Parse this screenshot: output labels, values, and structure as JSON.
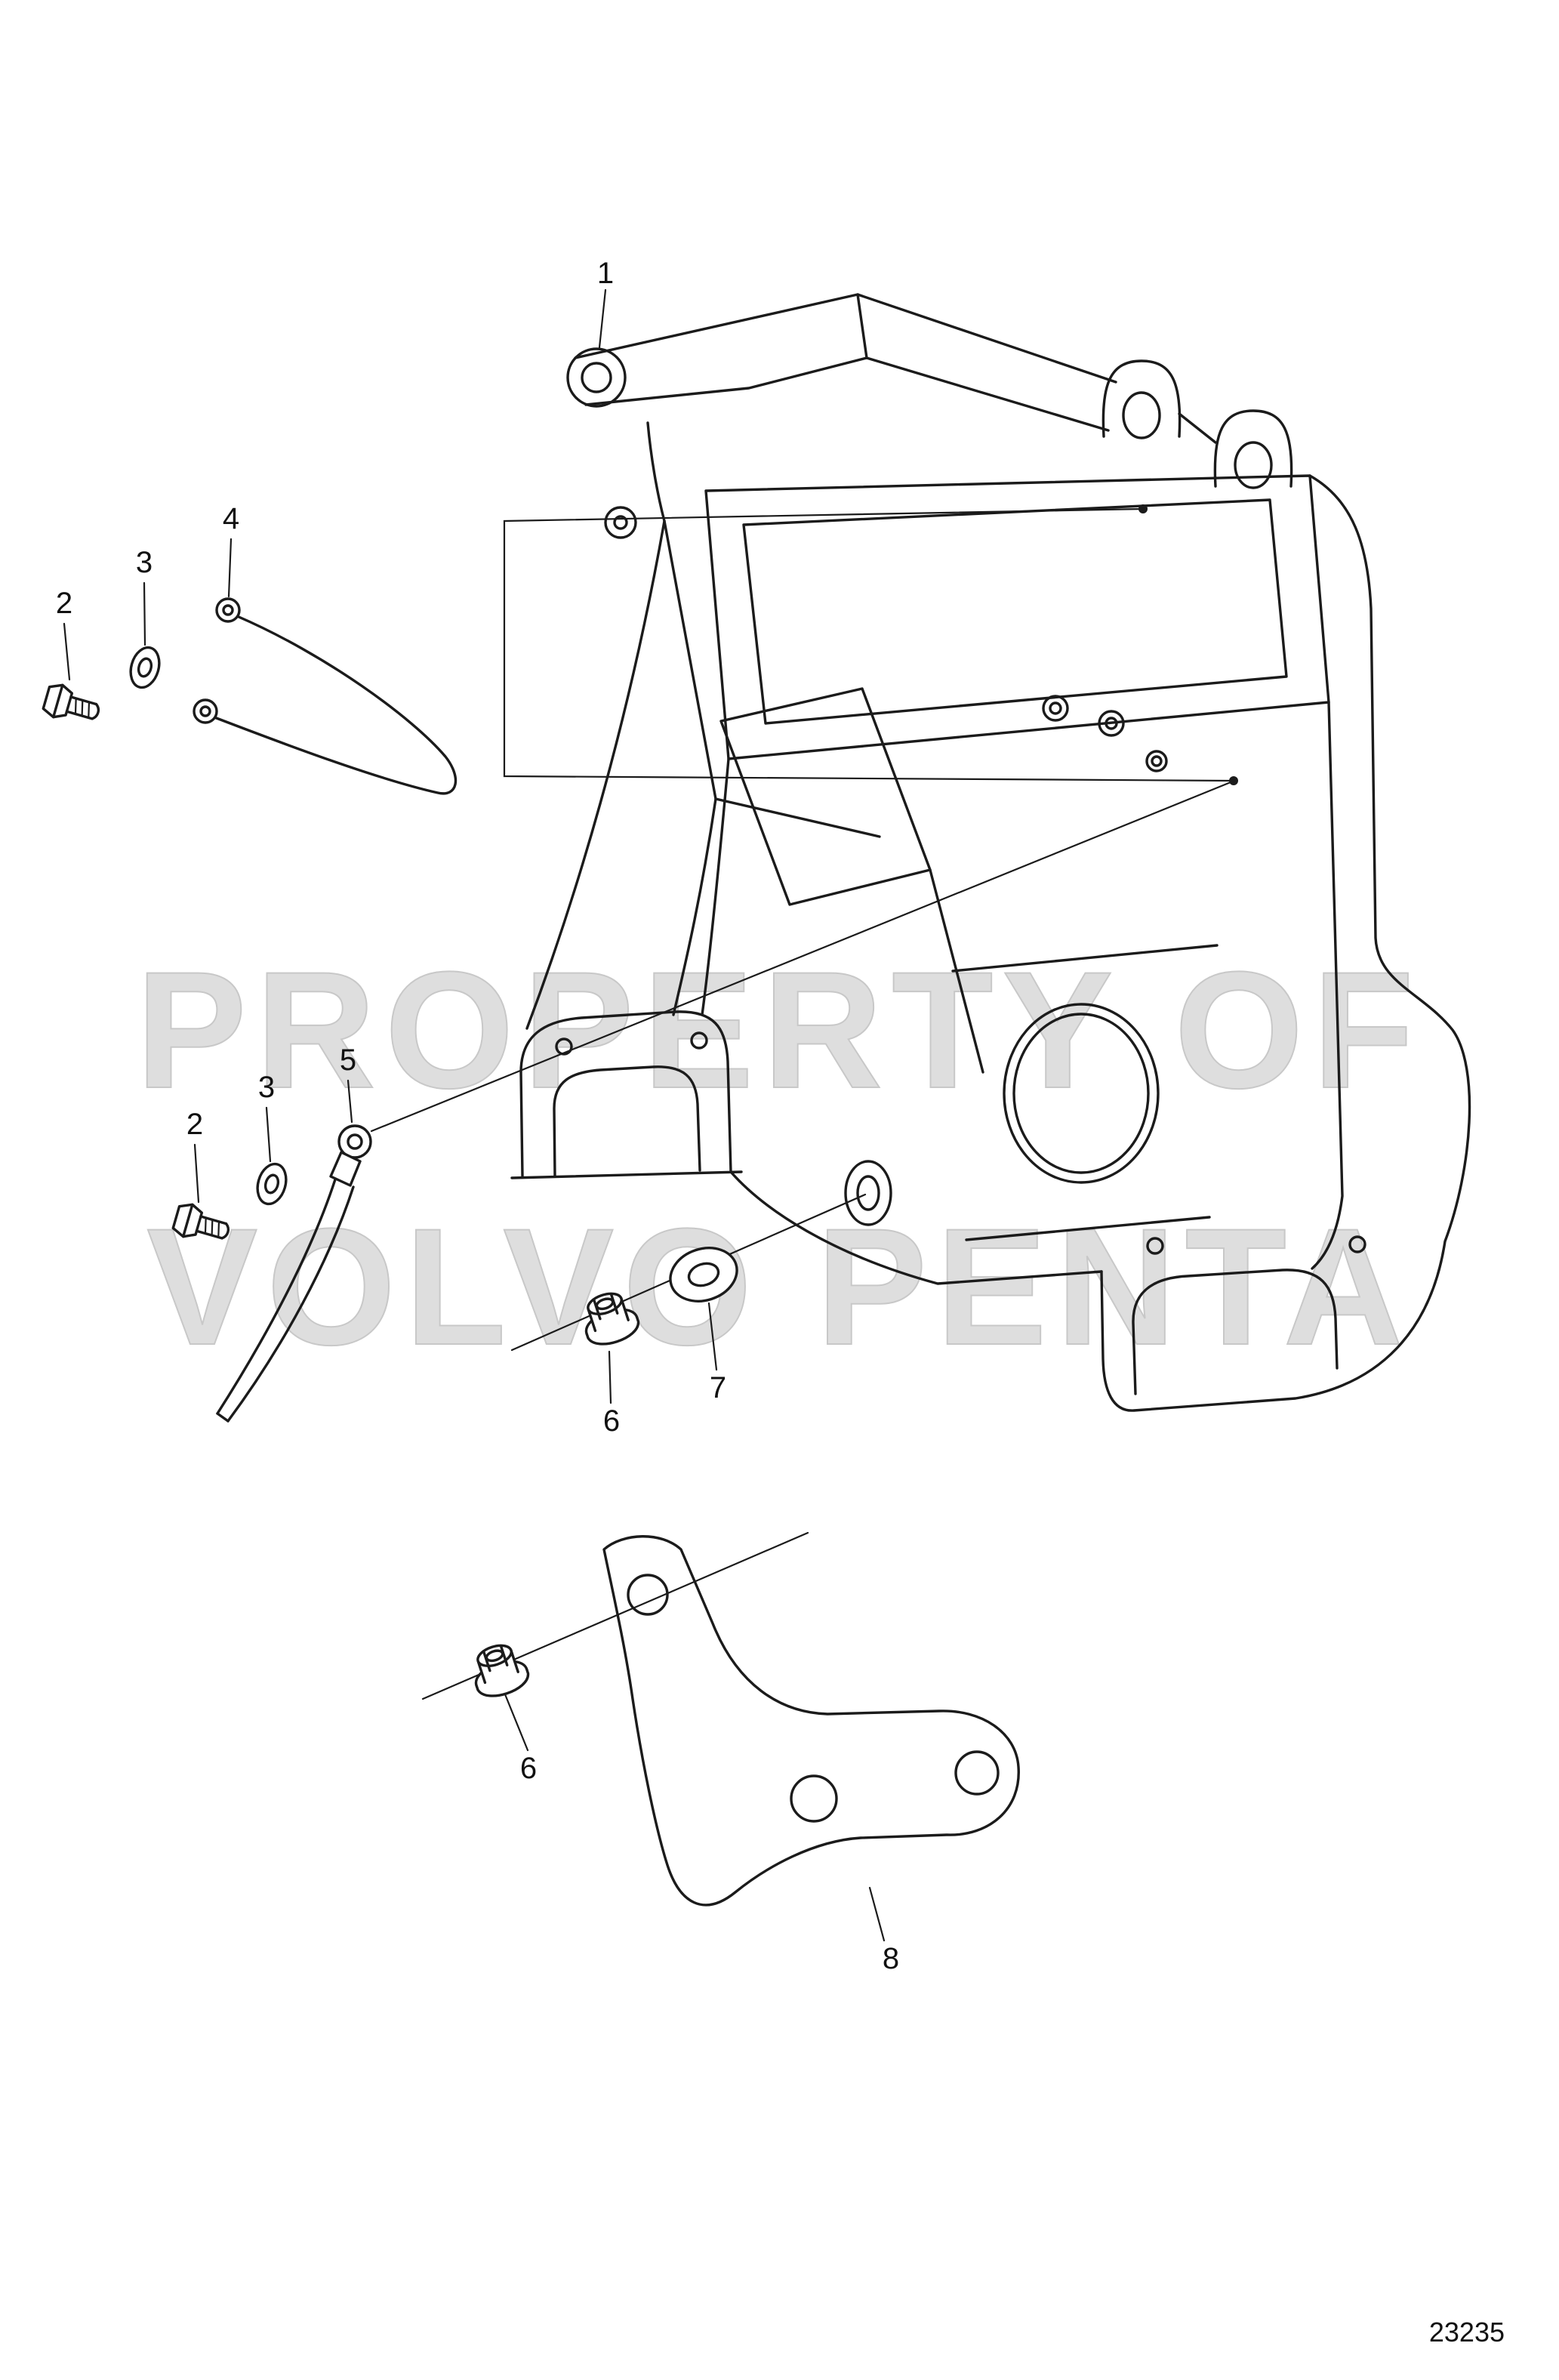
{
  "diagram": {
    "drawing_number": "23235",
    "watermark": {
      "line1": "PROPERTY OF",
      "line2": "VOLVO PENTA"
    },
    "callouts": {
      "main_bracket": "1",
      "screw_upper": "2",
      "washer_upper": "3",
      "clamp": "4",
      "screw_lower": "2",
      "washer_lower": "3",
      "ground_cable": "5",
      "flange_nut_upper": "6",
      "flat_washer": "7",
      "flange_nut_lower": "6",
      "support_bracket": "8"
    }
  }
}
